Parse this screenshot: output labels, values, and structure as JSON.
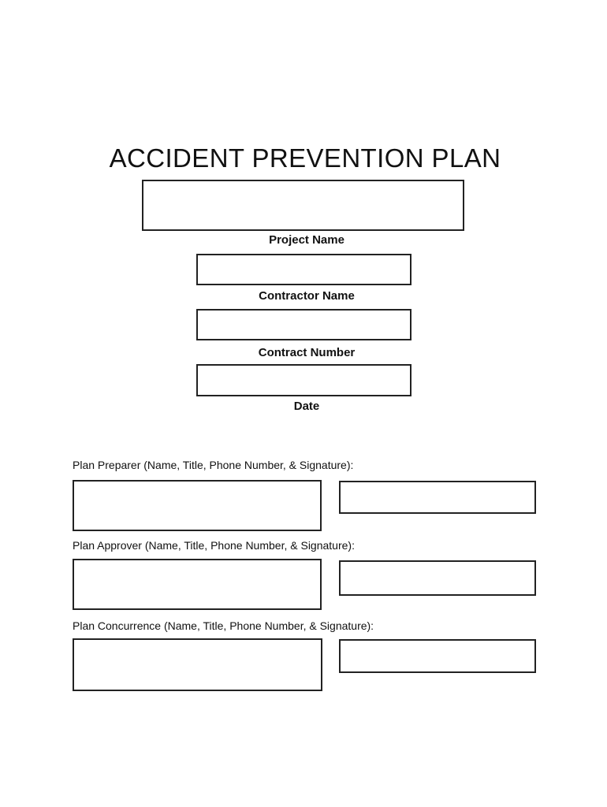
{
  "document": {
    "title": "ACCIDENT PREVENTION PLAN"
  },
  "header_fields": [
    {
      "name": "project_name",
      "label": "Project Name",
      "value": ""
    },
    {
      "name": "contractor_name",
      "label": "Contractor Name",
      "value": ""
    },
    {
      "name": "contract_number",
      "label": "Contract Number",
      "value": ""
    },
    {
      "name": "date",
      "label": "Date",
      "value": ""
    }
  ],
  "signature_sections": [
    {
      "name": "plan_preparer",
      "label": "Plan Preparer (Name, Title, Phone Number, & Signature):",
      "info_value": "",
      "signature_value": ""
    },
    {
      "name": "plan_approver",
      "label": "Plan Approver (Name, Title, Phone Number, & Signature):",
      "info_value": "",
      "signature_value": ""
    },
    {
      "name": "plan_concurrence",
      "label": "Plan Concurrence (Name, Title, Phone Number, & Signature):",
      "info_value": "",
      "signature_value": ""
    }
  ],
  "colors": {
    "background": "#ffffff",
    "text": "#111111",
    "box_border": "#222222"
  }
}
